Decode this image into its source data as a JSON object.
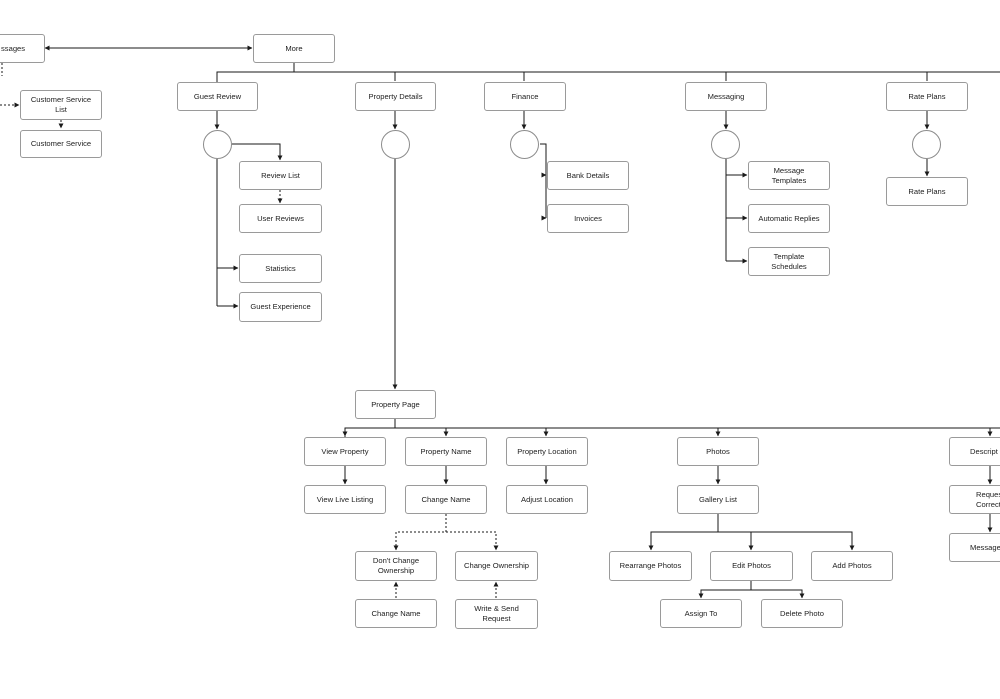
{
  "sitemap": {
    "top": {
      "messages": "ssages",
      "more": "More"
    },
    "customer_service": {
      "list": "Customer Service\nList",
      "service": "Customer Service"
    },
    "sections": {
      "guest_review": "Guest Review",
      "property_details": "Property Details",
      "finance": "Finance",
      "messaging": "Messaging",
      "rate_plans": "Rate Plans"
    },
    "guest_review_children": {
      "review_list": "Review List",
      "user_reviews": "User Reviews",
      "statistics": "Statistics",
      "guest_experience": "Guest Experience"
    },
    "finance_children": {
      "bank_details": "Bank Details",
      "invoices": "Invoices"
    },
    "messaging_children": {
      "message_templates": "Message\nTemplates",
      "automatic_replies": "Automatic Replies",
      "template_schedules": "Template\nSchedules"
    },
    "rate_plans_children": {
      "rate_plans": "Rate Plans"
    },
    "property_page": {
      "title": "Property Page",
      "view_property": "View Property",
      "view_live_listing": "View Live Listing",
      "property_name": "Property Name",
      "change_name": "Change Name",
      "dont_change_ownership": "Don't Change\nOwnership",
      "change_ownership": "Change Ownership",
      "change_name_2": "Change Name",
      "write_send_request": "Write & Send\nRequest",
      "property_location": "Property Location",
      "adjust_location": "Adjust Location",
      "photos": "Photos",
      "gallery_list": "Gallery List",
      "rearrange_photos": "Rearrange Photos",
      "edit_photos": "Edit Photos",
      "add_photos": "Add Photos",
      "assign_to": "Assign To",
      "delete_photo": "Delete Photo",
      "description": "Descript",
      "request_correction": "Reques\nCorrecti",
      "message": "Message"
    }
  }
}
